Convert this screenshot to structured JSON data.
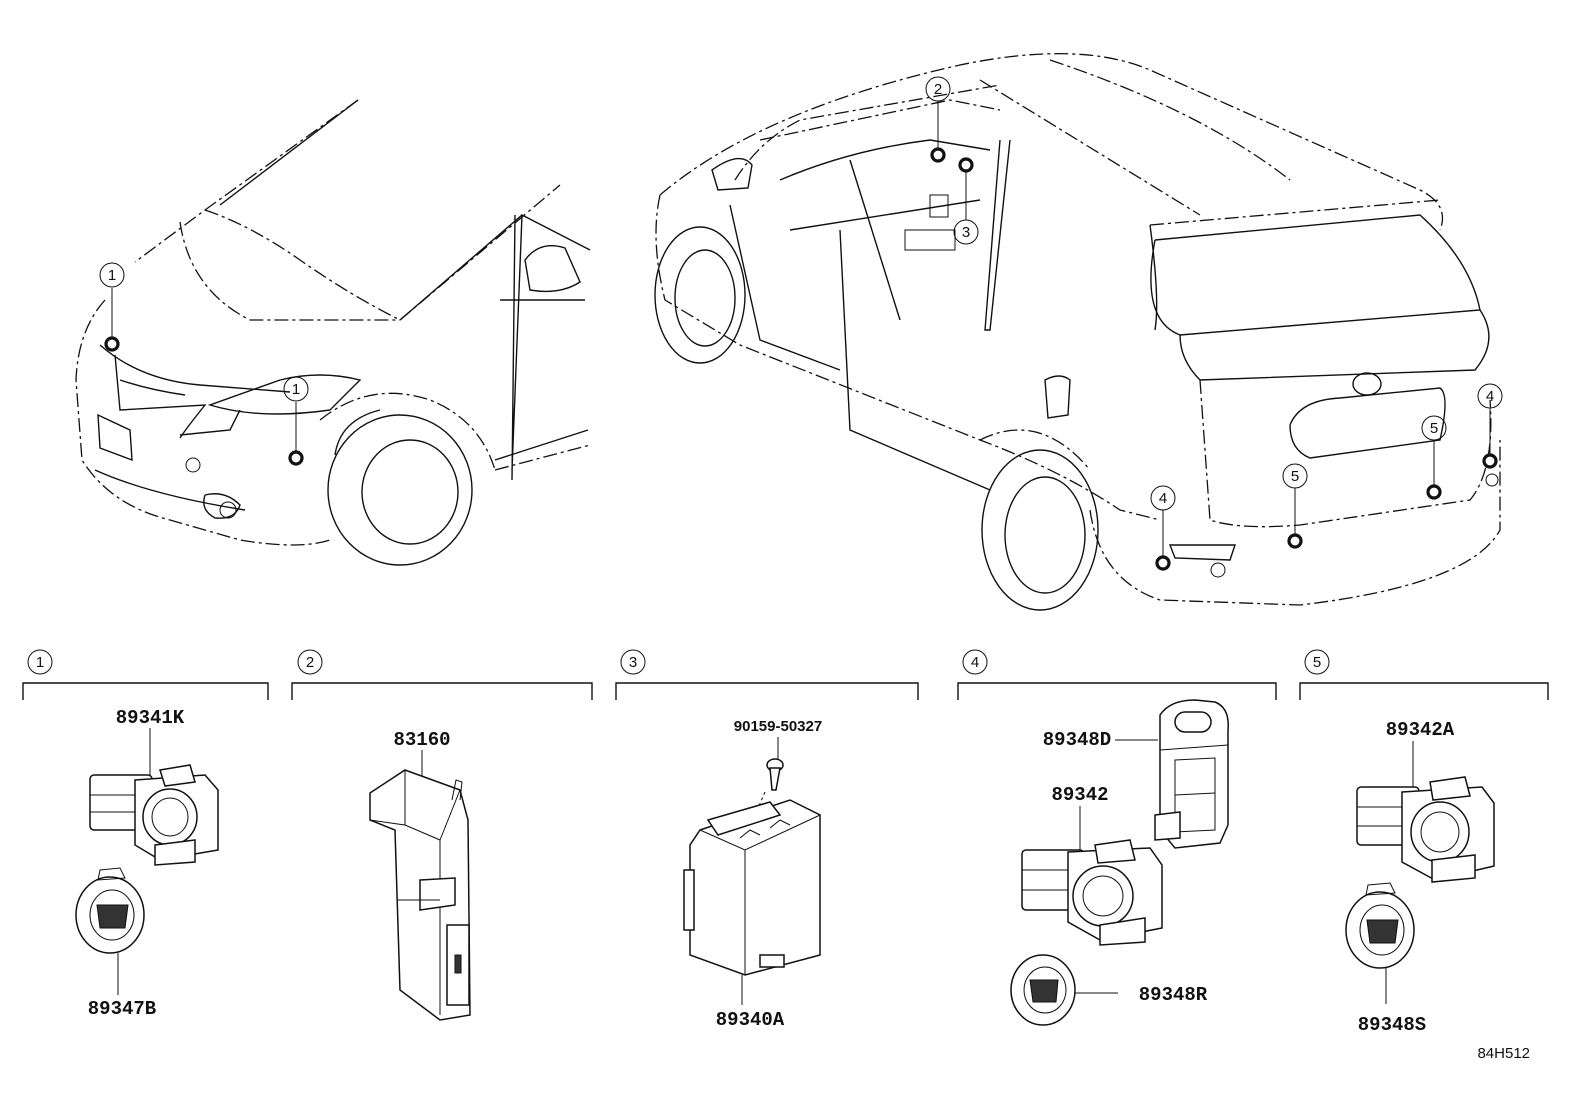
{
  "diagram_id": "84H512",
  "callout_numbers": [
    "1",
    "2",
    "3",
    "4",
    "5"
  ],
  "groups": [
    {
      "number": "1",
      "parts": [
        "89341K",
        "89347B"
      ]
    },
    {
      "number": "2",
      "parts": [
        "83160"
      ]
    },
    {
      "number": "3",
      "parts": [
        "90159-50327",
        "89340A"
      ]
    },
    {
      "number": "4",
      "parts": [
        "89348D",
        "89342",
        "89348R"
      ]
    },
    {
      "number": "5",
      "parts": [
        "89342A",
        "89348S"
      ]
    }
  ]
}
